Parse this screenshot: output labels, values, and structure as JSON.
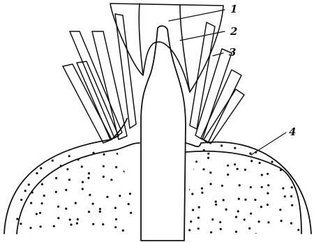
{
  "diagram": {
    "callouts": [
      {
        "id": "callout-1",
        "label": "1"
      },
      {
        "id": "callout-2",
        "label": "2"
      },
      {
        "id": "callout-3",
        "label": "3"
      },
      {
        "id": "callout-4",
        "label": "4"
      }
    ],
    "colors": {
      "ink": "#111111",
      "background": "#ffffff"
    }
  }
}
